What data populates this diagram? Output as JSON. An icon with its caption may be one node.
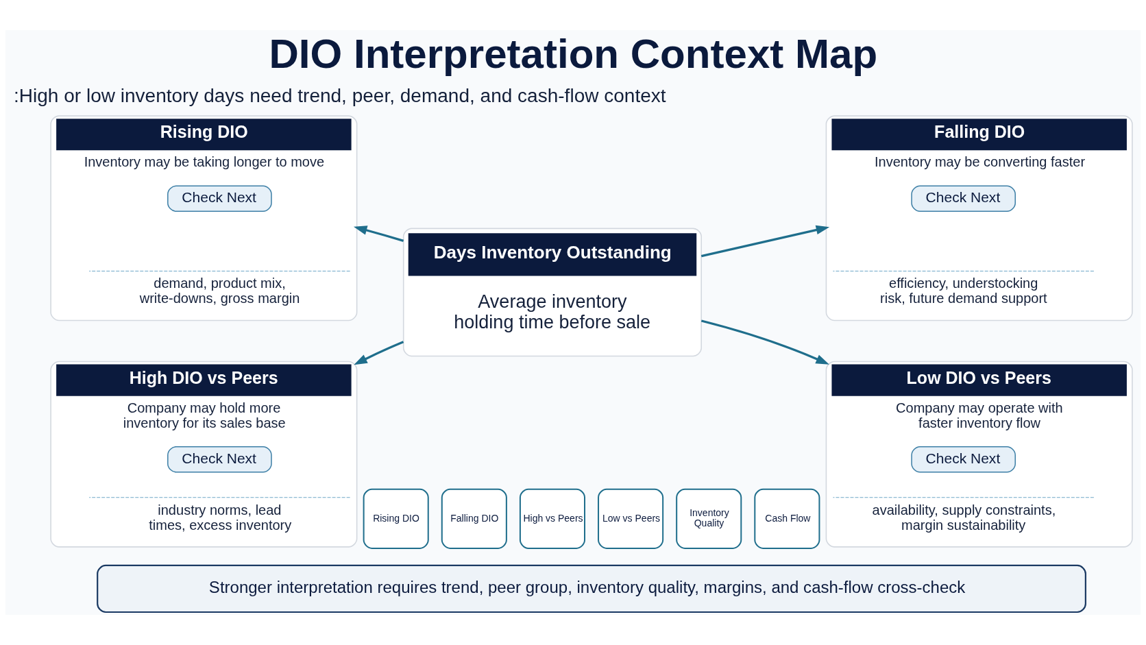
{
  "diagram": {
    "title": "DIO Interpretation Context Map",
    "nodes": [
      {
        "text": [
          "Rising DIO",
          "Inventory may be taking longer to move",
          "demand, product mix, write-downs, gross margin"
        ]
      },
      {
        "text": [
          "Check Next"
        ],
        "in": 0
      },
      {
        "text": [
          "Falling DIO",
          "Inventory may be converting faster",
          "efficiency, understocking risk, future demand support"
        ]
      },
      {
        "text": [
          "Check Next"
        ],
        "in": 2
      },
      {
        "text": [
          "Days Inventory Outstanding",
          "Average inventory holding time before sale"
        ]
      },
      {
        "text": [
          "High DIO vs Peers",
          "Company may hold more inventory for its sales base",
          "industry norms, lead times, excess inventory"
        ]
      },
      {
        "text": [
          "Check Next"
        ],
        "in": 5
      },
      {
        "text": [
          "Low DIO vs Peers",
          "Company may operate with faster inventory flow",
          "availability, supply constraints, margin sustainability"
        ]
      },
      {
        "text": [
          "Check Next"
        ],
        "in": 7
      },
      {
        "text": [
          "Rising DIO"
        ]
      },
      {
        "text": [
          "Falling DIO"
        ]
      },
      {
        "text": [
          "High vs Peers"
        ]
      },
      {
        "text": [
          "Low vs Peers"
        ]
      },
      {
        "text": [
          "Inventory Quality"
        ]
      },
      {
        "text": [
          "Cash Flow"
        ]
      },
      {
        "text": [
          "Stronger interpretation requires trend, peer group, inventory quality, margins, and cash-flow cross-check"
        ]
      }
    ],
    "edges": [
      {
        "from": 4,
        "to": 0,
        "arrow": "to"
      },
      {
        "from": 4,
        "to": 2,
        "arrow": "to"
      },
      {
        "from": 4,
        "to": 5,
        "arrow": "to"
      },
      {
        "from": 4,
        "to": 7,
        "arrow": "to"
      }
    ],
    "labels": [
      ":High or low inventory days need trend, peer, demand, and cash-flow context"
    ]
  }
}
